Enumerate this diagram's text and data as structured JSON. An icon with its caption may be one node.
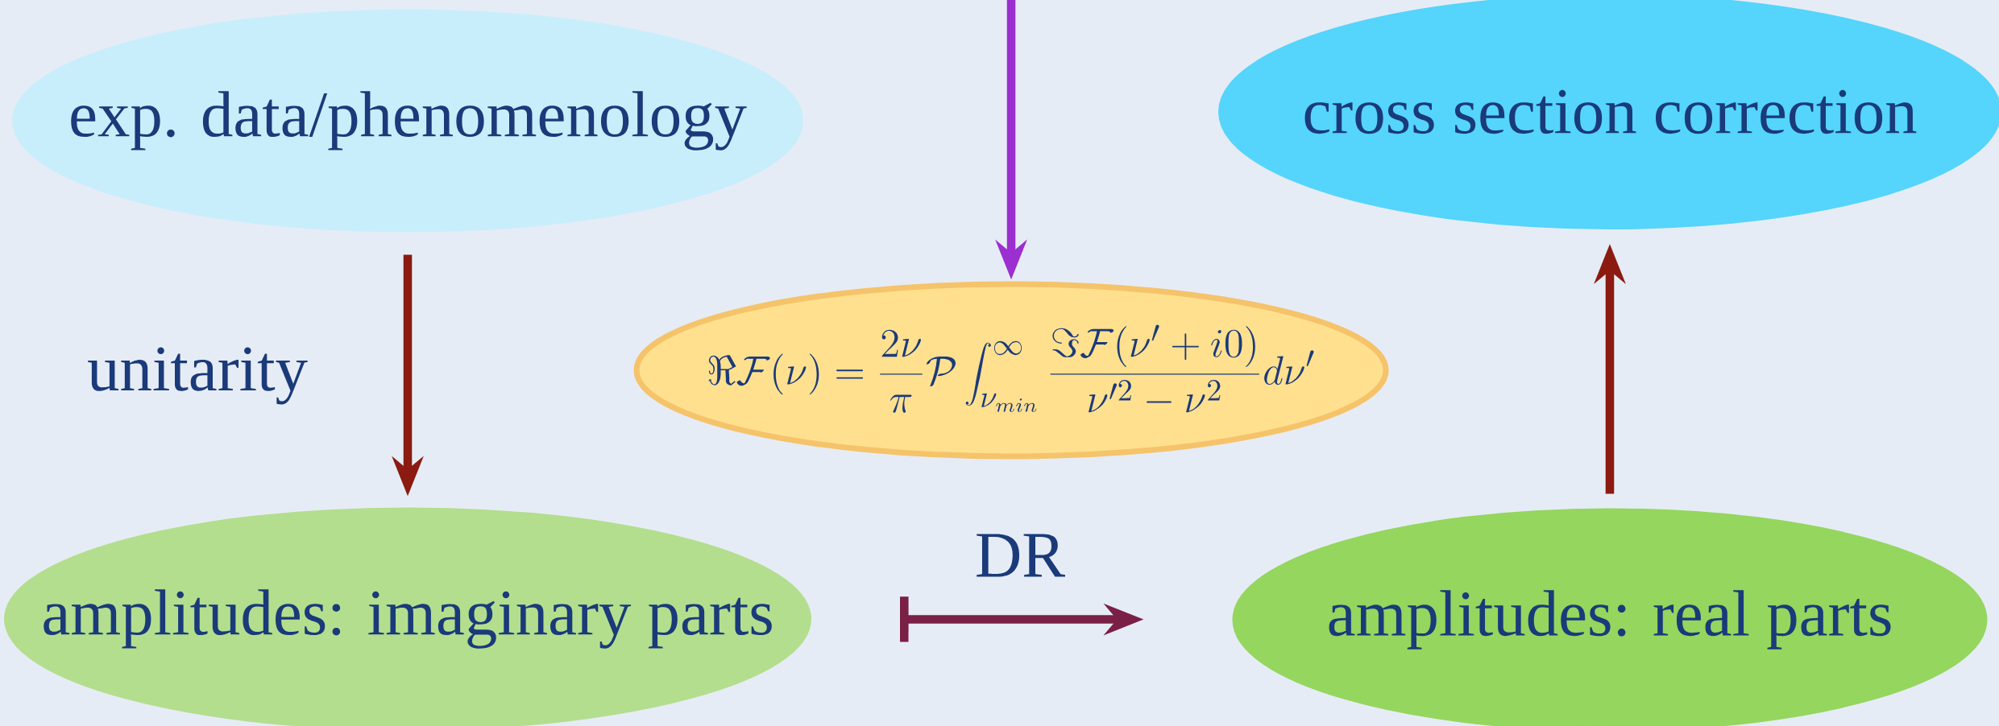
{
  "diagram": {
    "nodes": [
      {
        "text": [
          "exp. data/phenomenology"
        ]
      },
      {
        "text": [
          "cross section correction"
        ]
      },
      {
        "text": [
          "\\Re\\mathcal{F}(\\nu)=\\frac{2\\nu}{\\pi}\\mathcal{P}\\int_{\\nu_{min}}^{\\infty}\\frac{\\Im\\mathcal{F}(\\nu'+i0)}{\\nu'^2-\\nu^2}d\\nu'"
        ]
      },
      {
        "text": [
          "amplitudes: imaginary parts"
        ]
      },
      {
        "text": [
          "amplitudes: real parts"
        ]
      }
    ],
    "edges": [
      {
        "from": null,
        "to": 2,
        "arrow": "to",
        "color": "#9b2fcf"
      },
      {
        "from": 0,
        "to": 3,
        "arrow": "to",
        "label": "unitarity"
      },
      {
        "from": 3,
        "to": 4,
        "arrow": "to",
        "label": "DR",
        "color": "#7a1f45"
      },
      {
        "from": 4,
        "to": 1,
        "arrow": "to"
      }
    ]
  }
}
